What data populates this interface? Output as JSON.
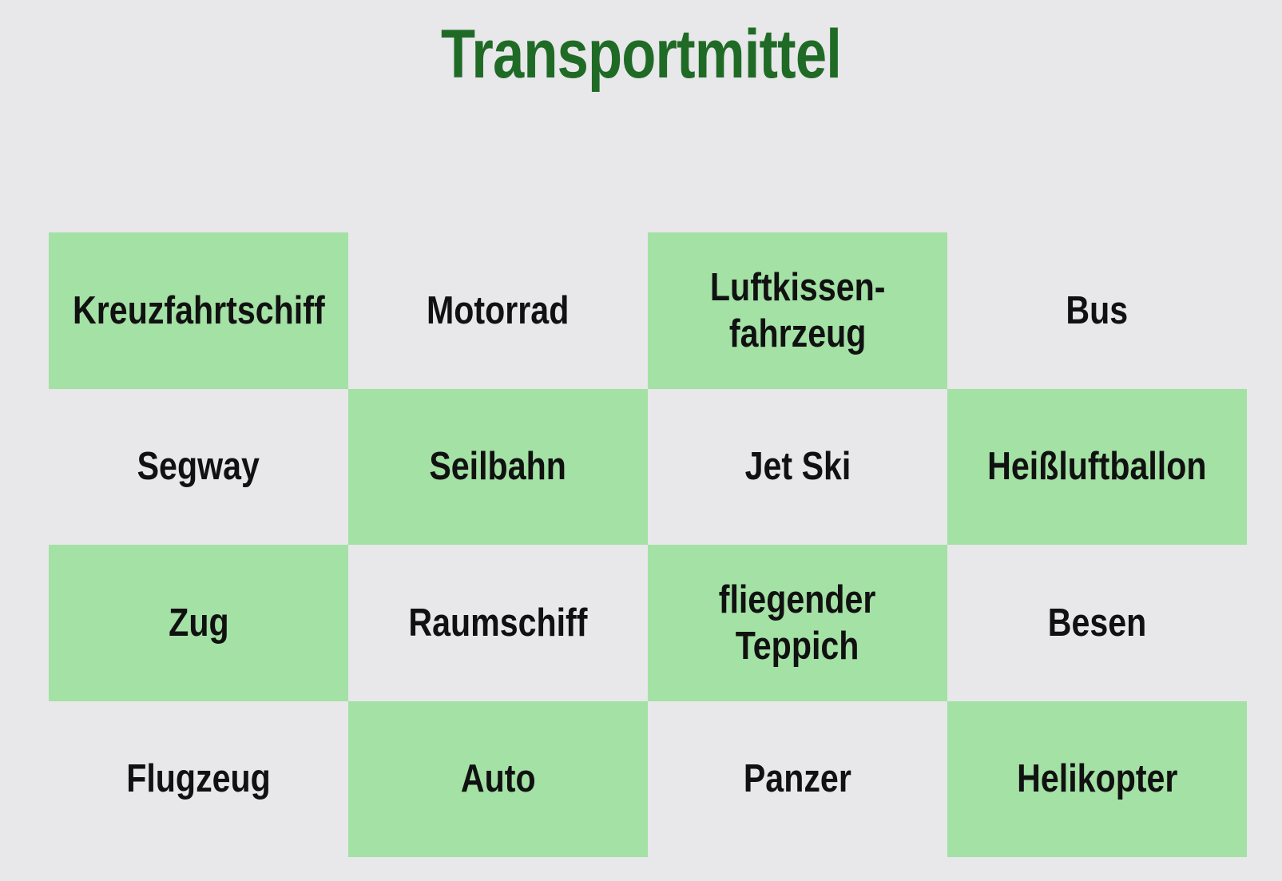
{
  "title": "Transportmittel",
  "colors": {
    "background": "#e8e7ea",
    "title": "#1f6b26",
    "highlight": "#a3e1a5",
    "text": "#111111"
  },
  "grid": {
    "rows": [
      {
        "cells": [
          {
            "label": "Kreuzfahrtschiff",
            "highlighted": true
          },
          {
            "label": "Motorrad",
            "highlighted": false
          },
          {
            "label": "Luftkissen-\nfahrzeug",
            "highlighted": true
          },
          {
            "label": "Bus",
            "highlighted": false
          }
        ]
      },
      {
        "cells": [
          {
            "label": "Segway",
            "highlighted": false
          },
          {
            "label": "Seilbahn",
            "highlighted": true
          },
          {
            "label": "Jet Ski",
            "highlighted": false
          },
          {
            "label": "Heißluftballon",
            "highlighted": true
          }
        ]
      },
      {
        "cells": [
          {
            "label": "Zug",
            "highlighted": true
          },
          {
            "label": "Raumschiff",
            "highlighted": false
          },
          {
            "label": "fliegender\nTeppich",
            "highlighted": true
          },
          {
            "label": "Besen",
            "highlighted": false
          }
        ]
      },
      {
        "cells": [
          {
            "label": "Flugzeug",
            "highlighted": false
          },
          {
            "label": "Auto",
            "highlighted": true
          },
          {
            "label": "Panzer",
            "highlighted": false
          },
          {
            "label": "Helikopter",
            "highlighted": true
          }
        ]
      }
    ]
  }
}
